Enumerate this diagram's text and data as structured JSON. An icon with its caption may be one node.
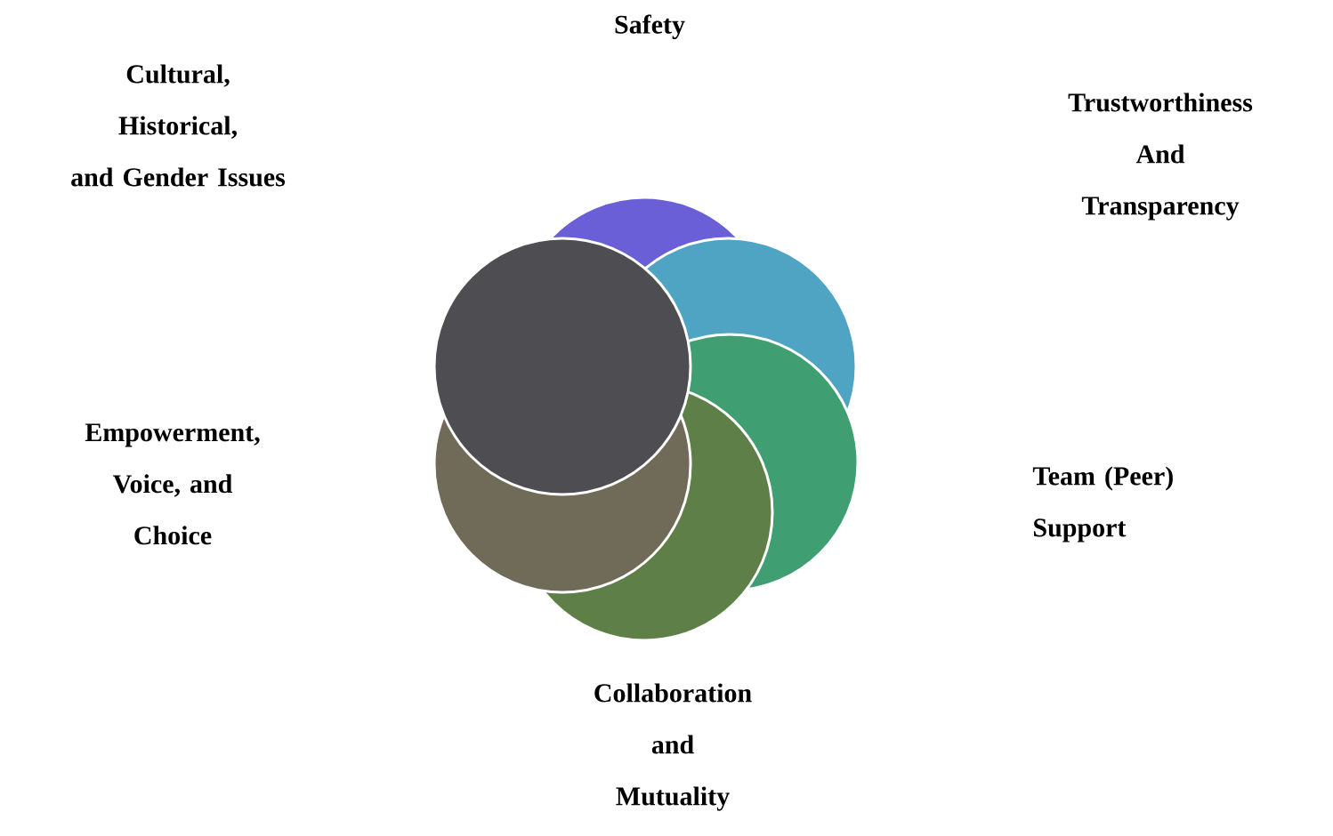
{
  "diagram": {
    "nodes": [
      {
        "text": [],
        "shape": "circle"
      },
      {
        "text": [],
        "shape": "circle"
      },
      {
        "text": [],
        "shape": "circle"
      },
      {
        "text": [],
        "shape": "circle"
      },
      {
        "text": [],
        "shape": "circle"
      },
      {
        "text": [],
        "shape": "circle"
      }
    ],
    "labels": [
      "Safety",
      "Cultural, Historical, and Gender Issues",
      "Trustworthiness And Transparency",
      "Empowerment, Voice, and Choice",
      "Team (Peer) Support",
      "Collaboration and Mutuality"
    ]
  }
}
